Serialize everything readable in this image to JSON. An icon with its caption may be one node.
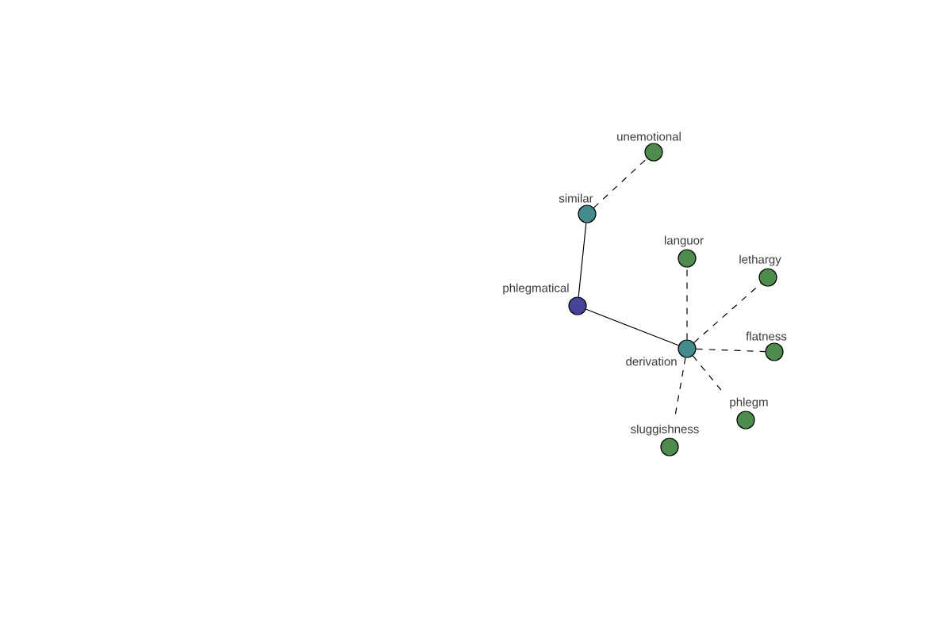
{
  "diagram": {
    "nodes": [
      {
        "text": [
          "unemotional"
        ]
      },
      {
        "text": [
          "similar"
        ]
      },
      {
        "text": [
          "languor"
        ]
      },
      {
        "text": [
          "lethargy"
        ]
      },
      {
        "text": [
          "phlegmatical"
        ]
      },
      {
        "text": [
          "derivation"
        ]
      },
      {
        "text": [
          "flatness"
        ]
      },
      {
        "text": [
          "phlegm"
        ]
      },
      {
        "text": [
          "sluggishness"
        ]
      }
    ],
    "edges": [
      {
        "from": 4,
        "to": 1,
        "arrow": "none"
      },
      {
        "from": 1,
        "to": 0,
        "arrow": "none",
        "style": "dashed"
      },
      {
        "from": 4,
        "to": 5,
        "arrow": "none"
      },
      {
        "from": 5,
        "to": 2,
        "arrow": "none",
        "style": "dashed"
      },
      {
        "from": 5,
        "to": 3,
        "arrow": "none",
        "style": "dashed"
      },
      {
        "from": 5,
        "to": 6,
        "arrow": "none",
        "style": "dashed"
      },
      {
        "from": 5,
        "to": 7,
        "arrow": "none",
        "style": "dashed"
      },
      {
        "from": 5,
        "to": 8,
        "arrow": "none",
        "style": "dashed"
      }
    ]
  }
}
